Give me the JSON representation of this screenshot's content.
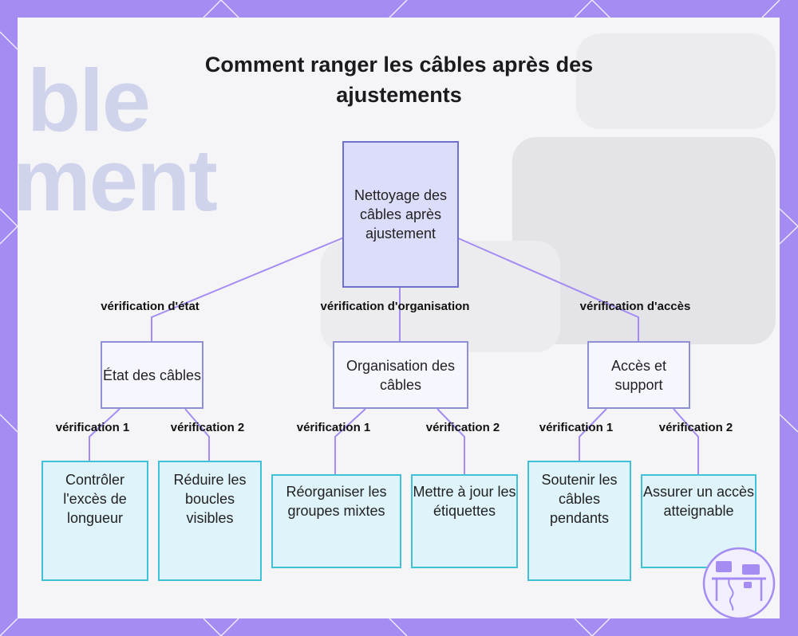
{
  "title": "Comment ranger les câbles après des ajustements",
  "background_text": {
    "line1": "ble",
    "line2": "ment"
  },
  "root": {
    "label": "Nettoyage des câbles après ajustement"
  },
  "branches": [
    {
      "edge_label": "vérification d'état",
      "label": "État des câbles",
      "children": [
        {
          "edge_label": "vérification 1",
          "label": "Contrôler l'excès de longueur"
        },
        {
          "edge_label": "vérification 2",
          "label": "Réduire les boucles visibles"
        }
      ]
    },
    {
      "edge_label": "vérification d'organisation",
      "label": "Organisation des câbles",
      "children": [
        {
          "edge_label": "vérification 1",
          "label": "Réorganiser les groupes mixtes"
        },
        {
          "edge_label": "vérification 2",
          "label": "Mettre à jour les étiquettes"
        }
      ]
    },
    {
      "edge_label": "vérification d'accès",
      "label": "Accès et support",
      "children": [
        {
          "edge_label": "vérification 1",
          "label": "Soutenir les câbles pendants"
        },
        {
          "edge_label": "vérification 2",
          "label": "Assurer un accès atteignable"
        }
      ]
    }
  ],
  "colors": {
    "frame": "#a58cf2",
    "root_fill": "#dcdcfb",
    "root_border": "#6f6fcd",
    "mid_fill": "#f6f6fe",
    "leaf_fill": "#dff3fb",
    "leaf_border": "#3fc1d9",
    "connector": "#a58cf2"
  },
  "icons": {
    "logo": "desk-setup-icon"
  }
}
